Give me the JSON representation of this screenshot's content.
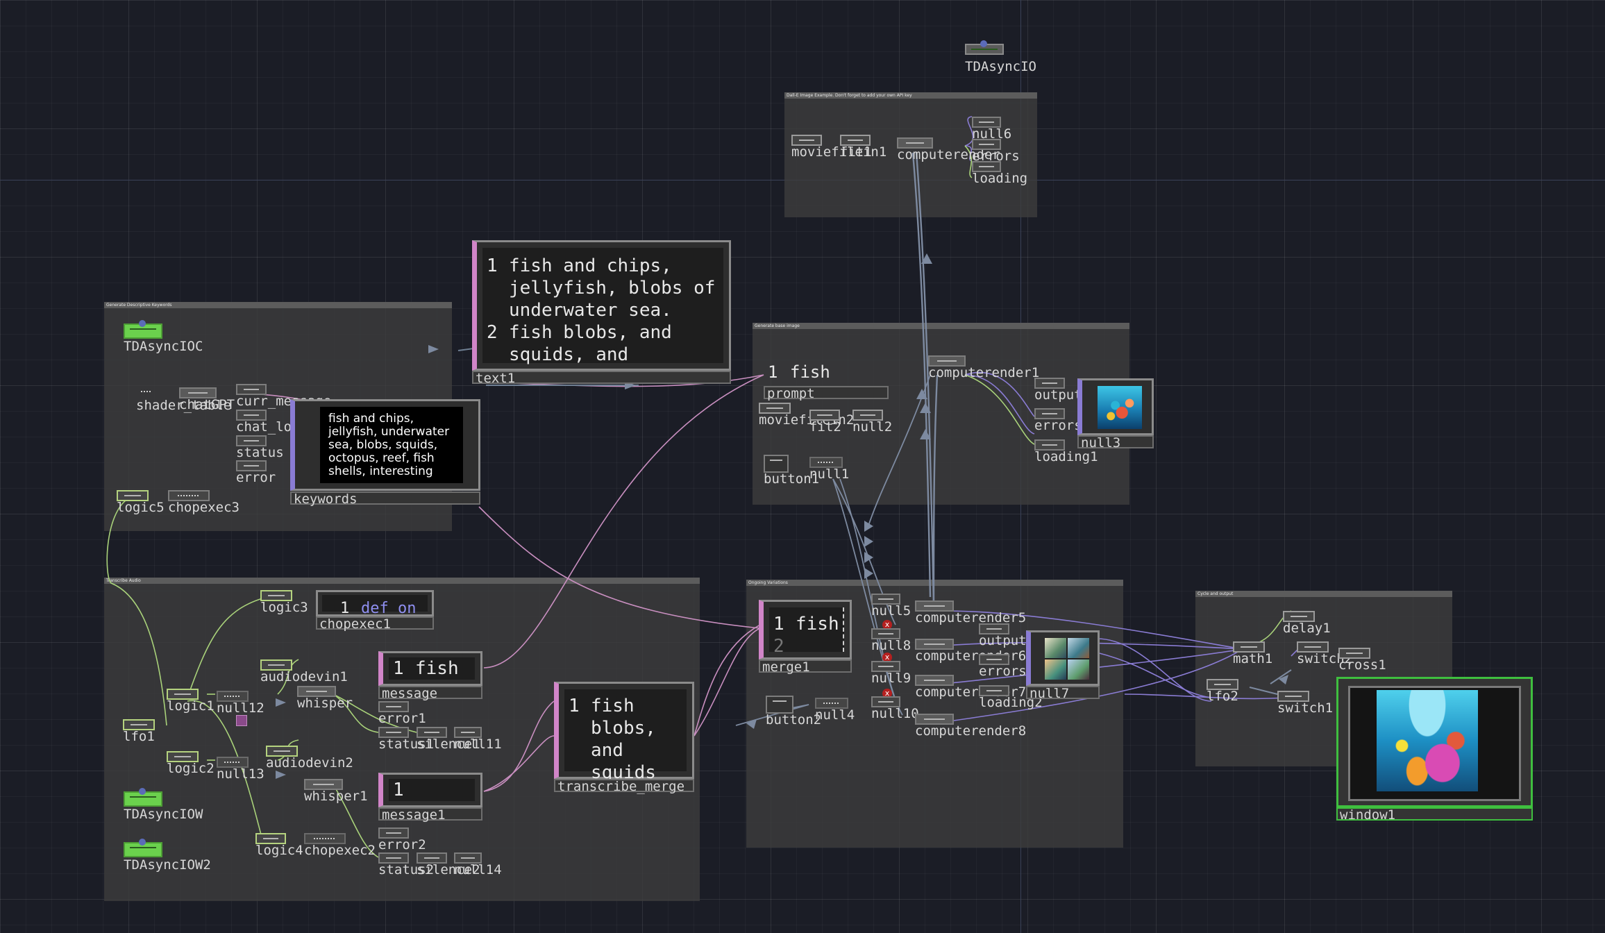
{
  "groups": {
    "dalle": "Dall-E Image Example. Don't forget to add your own API key",
    "keywords": "Generate Descriptive Keywords",
    "base_image": "Generate base image",
    "transcribe": "Transcribe Audio",
    "ongoing": "Ongoing Variations",
    "cycle": "Cycle and output"
  },
  "ops": {
    "tdasyncio": "TDAsyncIO",
    "moviefilein1": "moviefilein1",
    "fit1": "fit1",
    "computerender": "computerender",
    "null6": "null6",
    "errors_top": "errors",
    "loading_top": "loading",
    "tdasyncioc": "TDAsyncIOC",
    "shader_table": "shader_table",
    "chatgpt": "chatGPT",
    "curr_message": "curr_message",
    "chat_log": "chat_log",
    "status": "status",
    "error": "error",
    "logic5": "logic5",
    "chopexec3": "chopexec3",
    "prompt": "prompt",
    "moviefilein2": "moviefilein2",
    "fit2": "fit2",
    "null2": "null2",
    "button1": "button1",
    "null1": "null1",
    "computerender1": "computerender1",
    "outputs": "outputs",
    "errors": "errors",
    "loading1": "loading1",
    "null3": "null3",
    "text1": "text1",
    "keywords": "keywords",
    "logic3": "logic3",
    "chopexec1": "chopexec1",
    "audiodevin1": "audiodevin1",
    "logic1": "logic1",
    "null12": "null12",
    "whisper": "whisper",
    "message": "message",
    "error1": "error1",
    "status1": "status1",
    "silence1": "silence1",
    "null11": "null11",
    "lfo1": "lfo1",
    "logic2": "logic2",
    "null13": "null13",
    "audiodevin2": "audiodevin2",
    "whisper1": "whisper1",
    "message1": "message1",
    "transcribe_merge": "transcribe_merge",
    "tdasynciow": "TDAsyncIOW",
    "tdasynciow2": "TDAsyncIOW2",
    "logic4": "logic4",
    "chopexec2": "chopexec2",
    "error2": "error2",
    "status2": "status2",
    "silence2": "silence2",
    "null14": "null14",
    "merge1": "merge1",
    "button2": "button2",
    "null4": "null4",
    "null5": "null5",
    "null8": "null8",
    "null9": "null9",
    "null10": "null10",
    "computerender5": "computerender5",
    "computerender6": "computerender6",
    "computerender7": "computerender7",
    "computerender8": "computerender8",
    "outputs1": "outputs1",
    "errors1": "errors1",
    "loading2": "loading2",
    "null7": "null7",
    "delay1": "delay1",
    "math1": "math1",
    "switch2": "switch2",
    "cross1": "cross1",
    "lfo2": "lfo2",
    "switch1": "switch1",
    "window1": "window1"
  },
  "content": {
    "text1_line1_num": "1",
    "text1_line1": "fish and chips, jellyfish, blobs of underwater sea.",
    "text1_line2_num": "2",
    "text1_line2": "fish blobs, and squids, and",
    "prompt_num": "1",
    "prompt_text": "fish",
    "keywords_text": "fish and chips, jellyfish, underwater sea, blobs, squids, octopus, reef, fish shells, interesting",
    "chopexec1_num": "1",
    "chopexec1_text": "def on",
    "message_num": "1",
    "message_text": "fish",
    "message1_num": "1",
    "transcribe_num": "1",
    "transcribe_text": "fish blobs, and squids",
    "merge1_line1_num": "1",
    "merge1_line1": "fish",
    "merge1_line2_num": "2"
  }
}
